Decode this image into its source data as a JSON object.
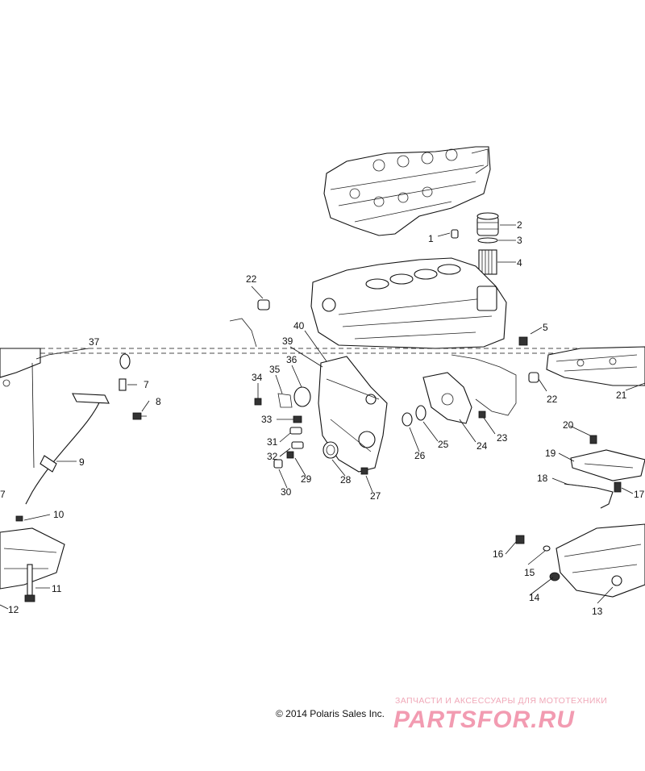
{
  "copyright": "© 2014 Polaris Sales Inc.",
  "watermark": {
    "tagline": "ЗАПЧАСТИ И АКСЕССУАРЫ ДЛЯ МОТОТЕХНИКИ",
    "logo": "PARTSFOR.RU"
  },
  "callouts": [
    {
      "n": "1"
    },
    {
      "n": "2"
    },
    {
      "n": "3"
    },
    {
      "n": "4"
    },
    {
      "n": "5"
    },
    {
      "n": "7"
    },
    {
      "n": "8"
    },
    {
      "n": "9"
    },
    {
      "n": "10"
    },
    {
      "n": "11"
    },
    {
      "n": "12"
    },
    {
      "n": "13"
    },
    {
      "n": "14"
    },
    {
      "n": "15"
    },
    {
      "n": "16"
    },
    {
      "n": "17"
    },
    {
      "n": "18"
    },
    {
      "n": "19"
    },
    {
      "n": "20"
    },
    {
      "n": "21"
    },
    {
      "n": "22"
    },
    {
      "n": "22"
    },
    {
      "n": "23"
    },
    {
      "n": "24"
    },
    {
      "n": "25"
    },
    {
      "n": "26"
    },
    {
      "n": "27"
    },
    {
      "n": "28"
    },
    {
      "n": "29"
    },
    {
      "n": "30"
    },
    {
      "n": "31"
    },
    {
      "n": "32"
    },
    {
      "n": "33"
    },
    {
      "n": "34"
    },
    {
      "n": "35"
    },
    {
      "n": "36"
    },
    {
      "n": "37"
    },
    {
      "n": "39"
    },
    {
      "n": "40"
    },
    {
      "n": "7"
    }
  ]
}
